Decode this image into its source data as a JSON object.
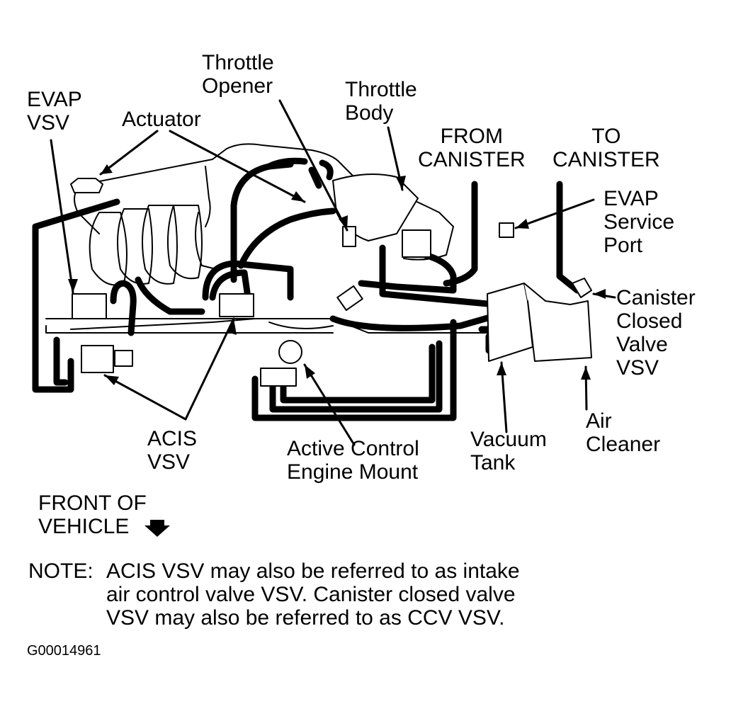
{
  "labels": {
    "evap_vsv": [
      "EVAP",
      "VSV"
    ],
    "actuator": [
      "Actuator"
    ],
    "throttle_opener": [
      "Throttle",
      "Opener"
    ],
    "throttle_body": [
      "Throttle",
      "Body"
    ],
    "from_canister": [
      "FROM",
      "CANISTER"
    ],
    "to_canister": [
      "TO",
      "CANISTER"
    ],
    "evap_service_port": [
      "EVAP",
      "Service",
      "Port"
    ],
    "canister_closed_valve_vsv": [
      "Canister",
      "Closed",
      "Valve",
      "VSV"
    ],
    "acis_vsv": [
      "ACIS",
      "VSV"
    ],
    "active_control_engine_mount": [
      "Active Control",
      "Engine Mount"
    ],
    "vacuum_tank": [
      "Vacuum",
      "Tank"
    ],
    "air_cleaner": [
      "Air",
      "Cleaner"
    ],
    "front_of_vehicle": [
      "FRONT OF",
      "VEHICLE"
    ]
  },
  "note": {
    "prefix": "NOTE:",
    "lines": [
      "ACIS VSV may also be referred to as intake",
      "air control valve VSV. Canister closed valve",
      "VSV may also be referred to as CCV VSV."
    ]
  },
  "figure_id": "G00014961",
  "colors": {
    "ink": "#000000",
    "paper": "#ffffff"
  }
}
